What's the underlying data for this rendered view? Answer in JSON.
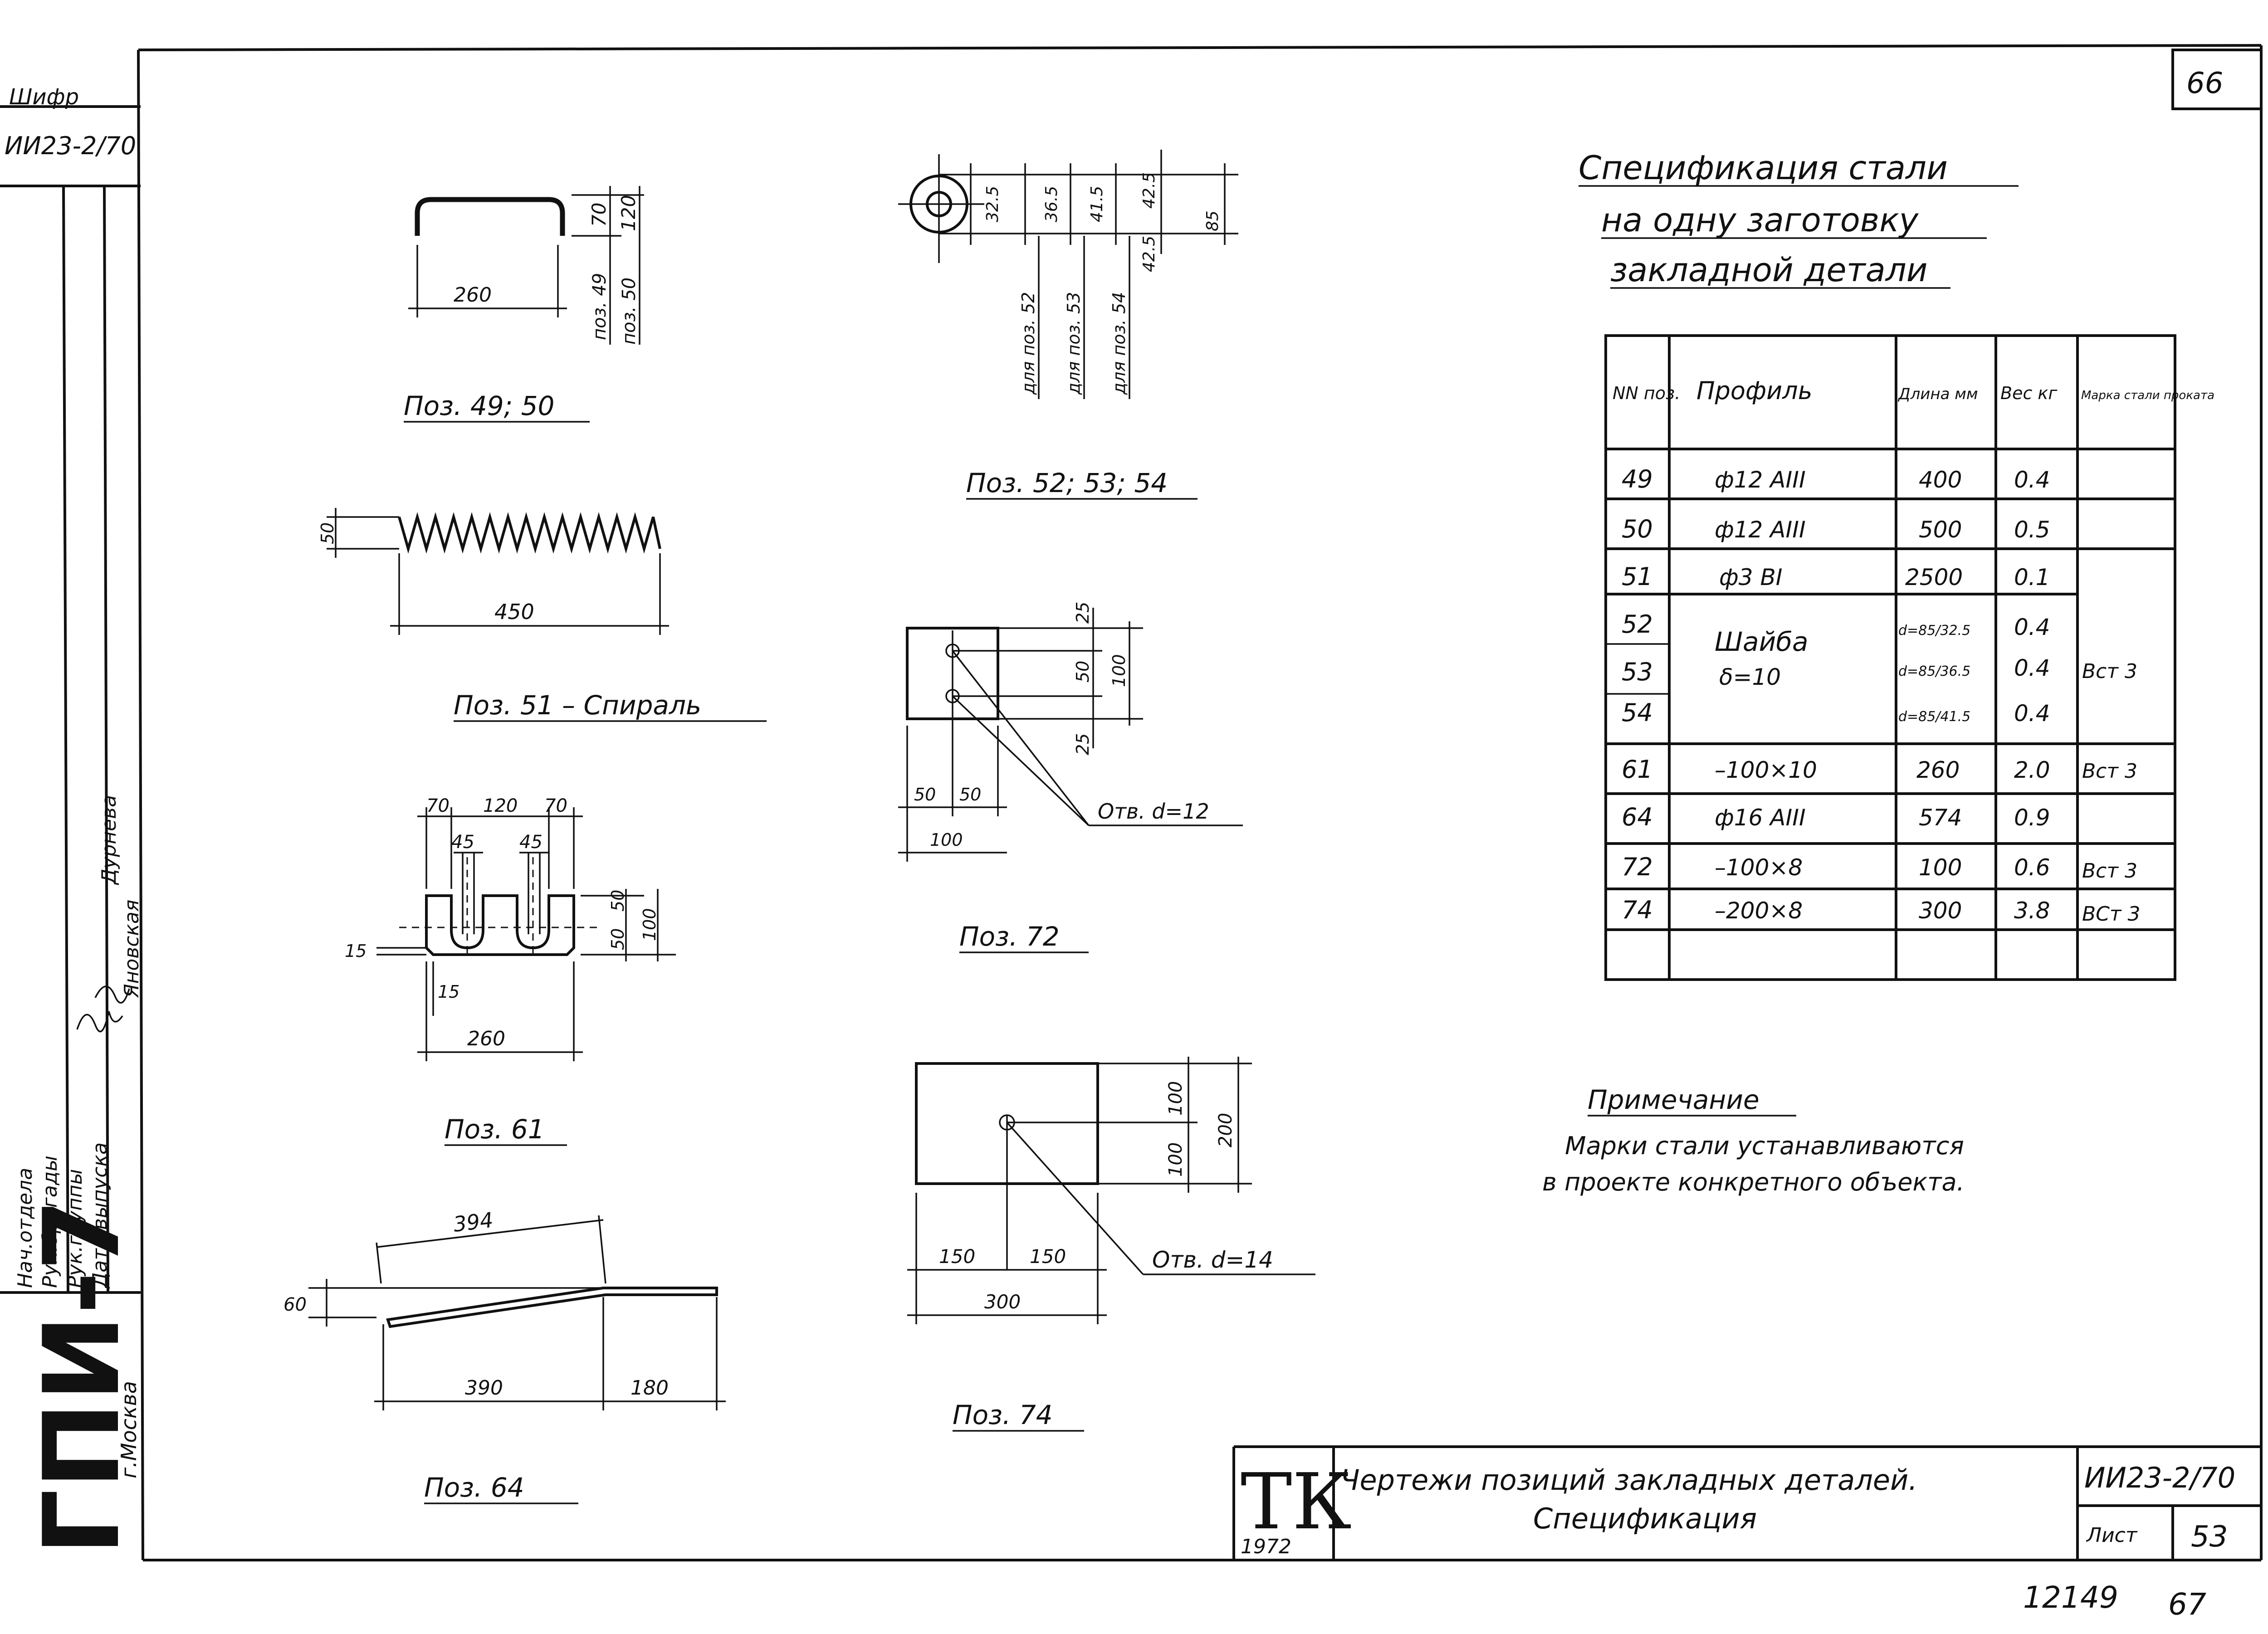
{
  "page_number": "66",
  "left_strip": {
    "top_label": "Шифр",
    "top_code": "ИИ23-2/70",
    "roles": [
      "Нач.отдела",
      "Рук.бригады",
      "Рук.группы",
      "Дата выпуска"
    ],
    "names": [
      "Дурнева",
      "Яновская"
    ],
    "org": "ГПИ-7",
    "city": "г.Москва"
  },
  "drawings": {
    "p49_50": {
      "dim_260": "260",
      "dim_70": "70",
      "dim_120": "120",
      "label_49": "поз. 49",
      "label_50": "поз. 50",
      "caption": "Поз. 49; 50"
    },
    "p51": {
      "dim_450": "450",
      "dim_50": "50",
      "caption": "Поз. 51 – Спираль"
    },
    "p52_54": {
      "d1": "32.5",
      "d2": "36.5",
      "d3": "41.5",
      "d4": "42.5",
      "d5": "42.5",
      "d6": "85",
      "l52": "для поз. 52",
      "l53": "для поз. 53",
      "l54": "для поз. 54",
      "caption": "Поз. 52; 53; 54"
    },
    "p72": {
      "d25a": "25",
      "d50": "50",
      "d25b": "25",
      "d100v": "100",
      "d50a": "50",
      "d50b": "50",
      "d100h": "100",
      "hole": "Отв. d=12",
      "caption": "Поз. 72"
    },
    "p61": {
      "d70a": "70",
      "d120": "120",
      "d70b": "70",
      "d45a": "45",
      "d45b": "45",
      "d50a": "50",
      "d50b": "50",
      "d100": "100",
      "d15a": "15",
      "d15b": "15",
      "d260": "260",
      "caption": "Поз. 61"
    },
    "p74": {
      "d100a": "100",
      "d100b": "100",
      "d200": "200",
      "d150a": "150",
      "d150b": "150",
      "d300": "300",
      "hole": "Отв. d=14",
      "caption": "Поз. 74"
    },
    "p64": {
      "d394": "394",
      "d60": "60",
      "d390": "390",
      "d180": "180",
      "caption": "Поз. 64"
    }
  },
  "spec": {
    "title_lines": [
      "Спецификация стали",
      "на одну заготовку",
      "закладной детали"
    ],
    "headers": [
      "NN поз.",
      "Профиль",
      "Длина мм",
      "Вес кг",
      "Марка стали проката"
    ],
    "rows": [
      [
        "49",
        "ф12 АIII",
        "400",
        "0.4",
        ""
      ],
      [
        "50",
        "ф12 АIII",
        "500",
        "0.5",
        ""
      ],
      [
        "51",
        "ф3 ВI",
        "2500",
        "0.1",
        ""
      ],
      [
        "52",
        "Шайба",
        "d=85/32.5",
        "0.4",
        ""
      ],
      [
        "53",
        "δ=10",
        "d=85/36.5",
        "0.4",
        "Вст 3"
      ],
      [
        "54",
        "",
        "d=85/41.5",
        "0.4",
        ""
      ],
      [
        "61",
        "–100×10",
        "260",
        "2.0",
        "Вст 3"
      ],
      [
        "64",
        "ф16 АIII",
        "574",
        "0.9",
        ""
      ],
      [
        "72",
        "–100×8",
        "100",
        "0.6",
        "Вст 3"
      ],
      [
        "74",
        "–200×8",
        "300",
        "3.8",
        "ВСт 3"
      ]
    ]
  },
  "note": {
    "title": "Примечание",
    "line1": "Марки стали устанавливаются",
    "line2": "в проекте конкретного объекта."
  },
  "title_block": {
    "logo": "ТК",
    "year": "1972",
    "title_line1": "Чертежи позиций закладных деталей.",
    "title_line2": "Спецификация",
    "code": "ИИ23-2/70",
    "sheet_label": "Лист",
    "sheet_no": "53"
  },
  "footer": {
    "num1": "12149",
    "num2": "67"
  }
}
